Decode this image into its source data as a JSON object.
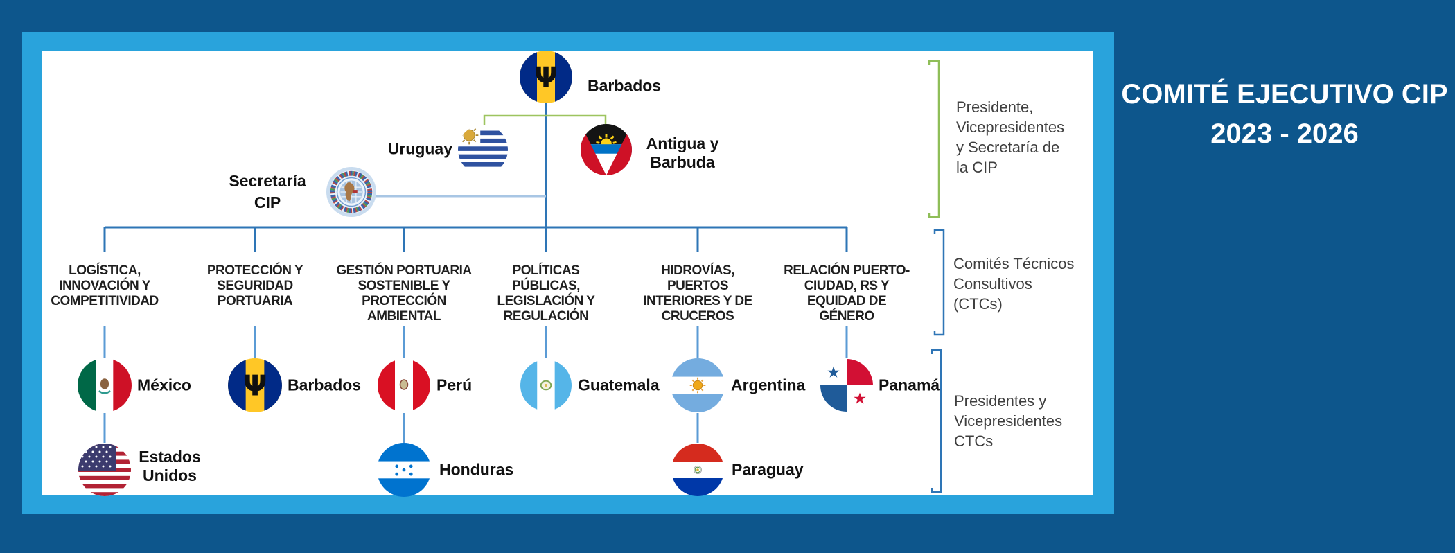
{
  "header": {
    "title_line1": "COMITÉ EJECUTIVO CIP",
    "title_line2": "2023 - 2026"
  },
  "executive": {
    "president_country": "Barbados",
    "vicepresident_left": "Uruguay",
    "vicepresident_right": "Antigua y\nBarbuda",
    "secretariat_label": "Secretaría\nCIP"
  },
  "brackets": {
    "executive_label": "Presidente,\nVicepresidentes\ny Secretaría de\nla CIP",
    "ctc_label": "Comités Técnicos\nConsultivos\n(CTCs)",
    "ctc_officers_label": "Presidentes y\nVicepresidentes\nCTCs"
  },
  "committees": [
    {
      "name": "LOGÍSTICA,\nINNOVACIÓN Y\nCOMPETITIVIDAD",
      "president": "México",
      "vicepresident": "Estados\nUnidos"
    },
    {
      "name": "PROTECCIÓN Y\nSEGURIDAD\nPORTUARIA",
      "president": "Barbados"
    },
    {
      "name": "GESTIÓN PORTUARIA\nSOSTENIBLE Y\nPROTECCIÓN\nAMBIENTAL",
      "president": "Perú",
      "vicepresident": "Honduras"
    },
    {
      "name": "POLÍTICAS\nPÚBLICAS,\nLEGISLACIÓN Y\nREGULACIÓN",
      "president": "Guatemala"
    },
    {
      "name": "HIDROVÍAS,\nPUERTOS\nINTERIORES Y DE\nCRUCEROS",
      "president": "Argentina",
      "vicepresident": "Paraguay"
    },
    {
      "name": "RELACIÓN PUERTO-\nCIUDAD, RS Y\nEQUIDAD DE\nGÉNERO",
      "president": "Panamá"
    }
  ],
  "colors": {
    "background": "#0D568C",
    "panel_frame": "#29A3DC",
    "panel_fill": "#FFFFFF",
    "connector_blue": "#2E75B6",
    "connector_light_blue": "#5B9BD5",
    "secretariat_line": "#A8C6E4",
    "green_connector": "#9DC45F",
    "green_bracket": "#8FBE58",
    "blue_bracket": "#2E75B6",
    "title_text": "#FFFFFF",
    "label_text": "#1F1F1F"
  }
}
